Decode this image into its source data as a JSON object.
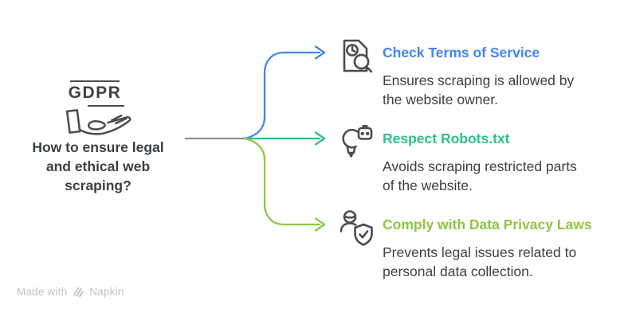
{
  "colors": {
    "blue": "#4285F4",
    "green": "#2BC284",
    "lime": "#8FC640",
    "ink": "#3C4043",
    "icon_stroke": "#4A4C4F",
    "connector_gray": "#8E8E8E",
    "footer_gray": "#C3C3C6"
  },
  "root": {
    "badge_text": "GDPR",
    "question_lines": {
      "0": "How to ensure legal",
      "1": "and ethical web",
      "2": "scraping?"
    }
  },
  "branches": [
    {
      "icon": "terms-document-search-icon",
      "title": "Check Terms of Service",
      "color": "#4285F4",
      "desc_lines": {
        "0": "Ensures scraping is allowed by",
        "1": "the website owner."
      }
    },
    {
      "icon": "robot-lightbulb-icon",
      "title": "Respect Robots.txt",
      "color": "#2BC284",
      "desc_lines": {
        "0": "Avoids scraping restricted parts",
        "1": "of the website."
      }
    },
    {
      "icon": "person-shield-check-icon",
      "title": "Comply with Data Privacy Laws",
      "color": "#8FC640",
      "desc_lines": {
        "0": "Prevents legal issues related to",
        "1": "personal data collection."
      }
    }
  ],
  "footer": {
    "prefix": "Made with",
    "brand": "Napkin"
  }
}
